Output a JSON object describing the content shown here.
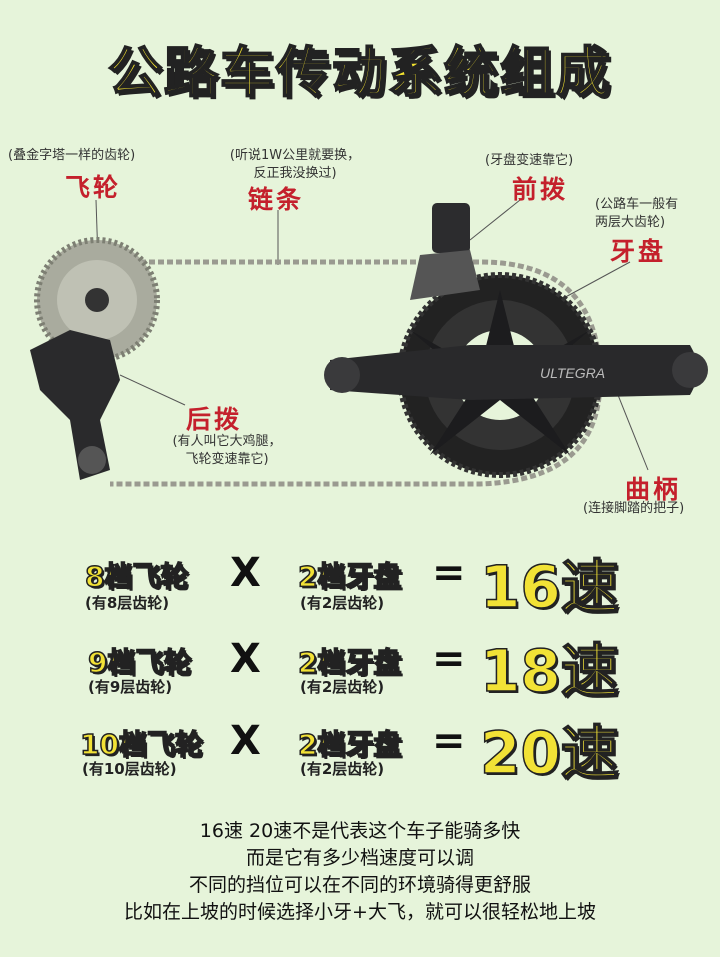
{
  "title": "公路车传动系统组成",
  "parts": {
    "cassette": {
      "note": "(叠金字塔一样的齿轮)",
      "label": "飞轮"
    },
    "chain": {
      "note1": "(听说1W公里就要换，",
      "note2": "反正我没换过)",
      "label": "链条"
    },
    "front_derailleur": {
      "note": "(牙盘变速靠它)",
      "label": "前拨"
    },
    "chainring": {
      "note1": "(公路车一般有",
      "note2": "两层大齿轮)",
      "label": "牙盘"
    },
    "rear_derailleur": {
      "label": "后拨",
      "note1": "(有人叫它大鸡腿，",
      "note2": "飞轮变速靠它)"
    },
    "crank": {
      "label": "曲柄",
      "note": "(连接脚踏的把子)",
      "brand": "ULTEGRA"
    }
  },
  "equations": [
    {
      "a": "8档飞轮",
      "a_sub": "(有8层齿轮)",
      "op": "X",
      "b": "2档牙盘",
      "b_sub": "(有2层齿轮)",
      "eq": "=",
      "result": "16速"
    },
    {
      "a": "9档飞轮",
      "a_sub": "(有9层齿轮)",
      "op": "X",
      "b": "2档牙盘",
      "b_sub": "(有2层齿轮)",
      "eq": "=",
      "result": "18速"
    },
    {
      "a": "10档飞轮",
      "a_sub": "(有10层齿轮)",
      "op": "X",
      "b": "2档牙盘",
      "b_sub": "(有2层齿轮)",
      "eq": "=",
      "result": "20速"
    }
  ],
  "footer": [
    "16速 20速不是代表这个车子能骑多快",
    "而是它有多少档速度可以调",
    "不同的挡位可以在不同的环境骑得更舒服",
    "比如在上坡的时候选择小牙+大飞，就可以很轻松地上坡"
  ]
}
